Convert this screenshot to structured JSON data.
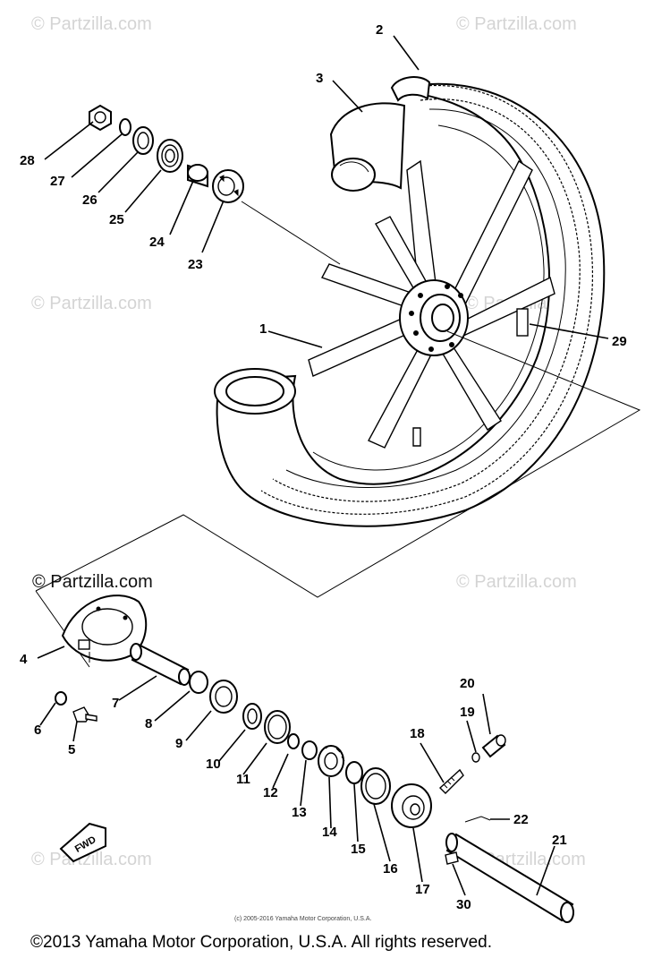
{
  "watermarks": {
    "tl": "© Partzilla.com",
    "tr": "© Partzilla.com",
    "ml": "© Partzilla.com",
    "mr": "© Partzilla.com",
    "center": "© Partzilla.com",
    "center_right": "© Partzilla.com",
    "bl": "© Partzilla.com",
    "br": "© Partzilla.com"
  },
  "fwd_badge": "FWD",
  "small_copyright": "(c) 2005-2016 Yamaha Motor Corporation, U.S.A.",
  "copyright": "©2013 Yamaha Motor Corporation, U.S.A. All rights reserved.",
  "callouts": {
    "c1": "1",
    "c2": "2",
    "c3": "3",
    "c4": "4",
    "c5": "5",
    "c6": "6",
    "c7": "7",
    "c8": "8",
    "c9": "9",
    "c10": "10",
    "c11": "11",
    "c12": "12",
    "c13": "13",
    "c14": "14",
    "c15": "15",
    "c16": "16",
    "c17": "17",
    "c18": "18",
    "c19": "19",
    "c20": "20",
    "c21": "21",
    "c22": "22",
    "c23": "23",
    "c24": "24",
    "c25": "25",
    "c26": "26",
    "c27": "27",
    "c28": "28",
    "c29": "29",
    "c30": "30"
  }
}
